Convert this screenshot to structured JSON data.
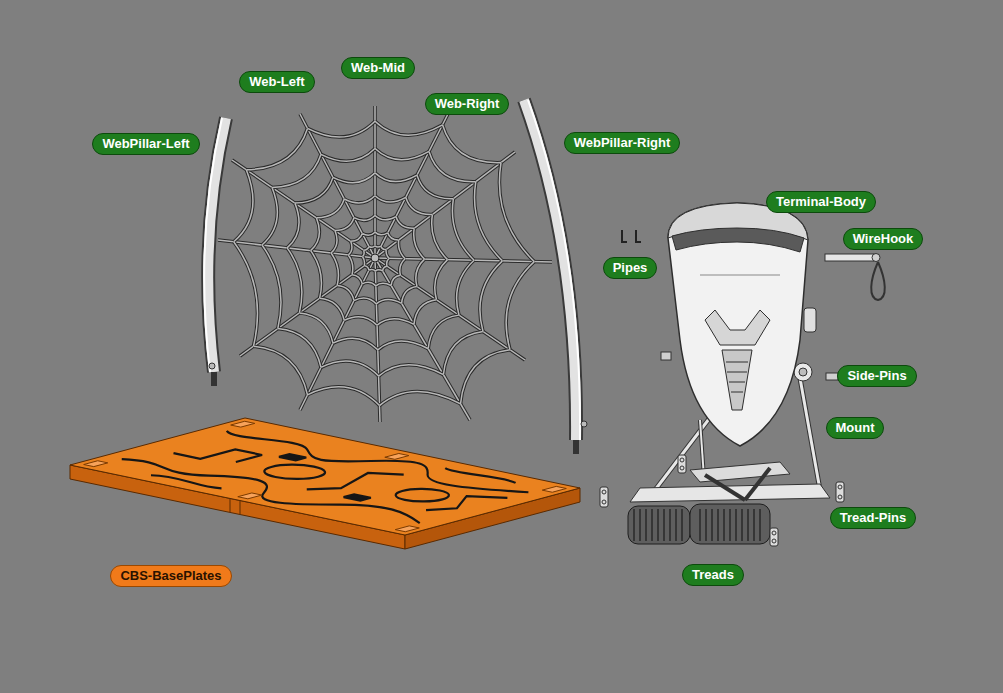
{
  "diagram": {
    "nodes": [
      {
        "text": [
          "Web-Mid"
        ]
      },
      {
        "text": [
          "Web-Left"
        ]
      },
      {
        "text": [
          "Web-Right"
        ]
      },
      {
        "text": [
          "WebPillar-Left"
        ]
      },
      {
        "text": [
          "WebPillar-Right"
        ]
      },
      {
        "text": [
          "Terminal-Body"
        ]
      },
      {
        "text": [
          "WireHook"
        ]
      },
      {
        "text": [
          "Pipes"
        ]
      },
      {
        "text": [
          "Side-Pins"
        ]
      },
      {
        "text": [
          "Mount"
        ]
      },
      {
        "text": [
          "Tread-Pins"
        ]
      },
      {
        "text": [
          "CBS-BasePlates"
        ]
      },
      {
        "text": [
          "Treads"
        ]
      }
    ]
  }
}
